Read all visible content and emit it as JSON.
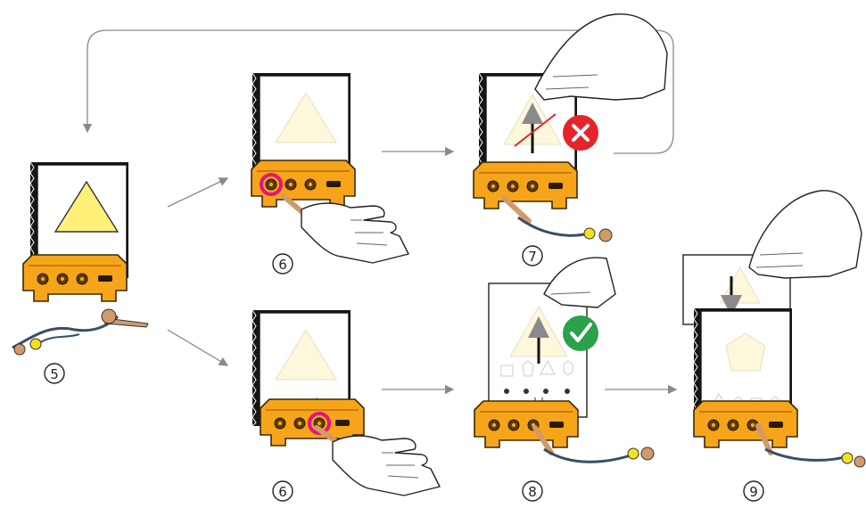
{
  "steps": {
    "s5": "5",
    "s6_top": "6",
    "s6_bottom": "6",
    "s7": "7",
    "s8": "8",
    "s9": "9"
  },
  "status_icons": {
    "wrong": "x-mark",
    "right": "check-mark"
  },
  "colors": {
    "base": "#f6a51b",
    "base_dark": "#c97b08",
    "card_border": "#151515",
    "card_face": "#ffffff",
    "shape_fill": "#fff07a",
    "shape_faint": "#fdf7dc",
    "highlight": "#e2157a",
    "wrong": "#e5232b",
    "right": "#2aa14a",
    "peg": "#d29a68",
    "cord": "#3a4f63",
    "bead": "#f2e21e",
    "arrow": "#8a8a8a"
  }
}
